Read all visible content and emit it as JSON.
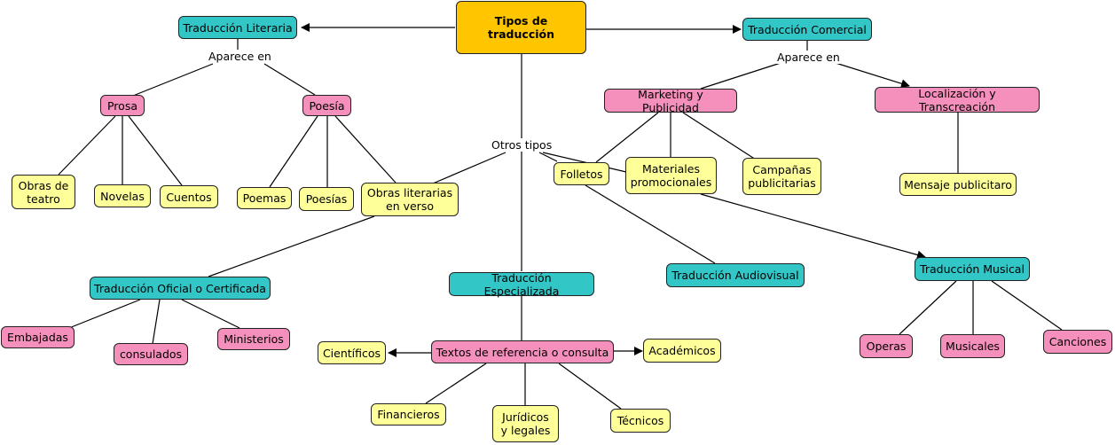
{
  "nodes": {
    "root": "Tipos de traducción",
    "literaria": "Traducción Literaria",
    "comercial": "Traducción Comercial",
    "prosa": "Prosa",
    "poesia": "Poesía",
    "obras_teatro": "Obras de\nteatro",
    "novelas": "Novelas",
    "cuentos": "Cuentos",
    "poemas": "Poemas",
    "poesias": "Poesías",
    "obras_verso": "Obras literarias\nen verso",
    "marketing": "Marketing y Publicidad",
    "localizacion": "Localización y Transcreación",
    "folletos": "Folletos",
    "materiales": "Materiales\npromocionales",
    "campanas": "Campañas\npublicitarias",
    "mensaje": "Mensaje publicitaro",
    "oficial": "Traducción Oficial o Certificada",
    "especializada": "Traducción Especializada",
    "audiovisual": "Traducción Audiovisual",
    "musical": "Traducción Musical",
    "embajadas": "Embajadas",
    "consulados": "consulados",
    "ministerios": "Ministerios",
    "textos": "Textos de referencia o consulta",
    "cientificos": "Científicos",
    "academicos": "Académicos",
    "financieros": "Financieros",
    "juridicos": "Jurídicos\ny legales",
    "tecnicos": "Técnicos",
    "operas": "Operas",
    "musicales": "Musicales",
    "canciones": "Canciones"
  },
  "links": {
    "aparece_literaria": "Aparece en",
    "aparece_comercial": "Aparece en",
    "otros_tipos": "Otros tipos"
  },
  "colors": {
    "root": "#ffc600",
    "type_node": "#33c6c6",
    "category_node": "#f58fbb",
    "example_node": "#ffff99"
  }
}
